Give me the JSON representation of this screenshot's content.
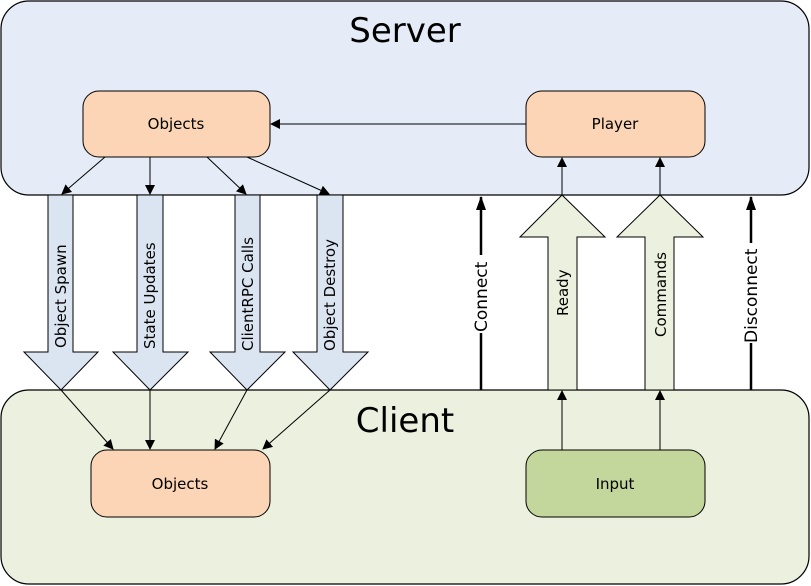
{
  "server": {
    "title": "Server",
    "objects": "Objects",
    "player": "Player"
  },
  "client": {
    "title": "Client",
    "objects": "Objects",
    "input": "Input"
  },
  "down_messages": [
    "Object Spawn",
    "State Updates",
    "ClientRPC Calls",
    "Object Destroy"
  ],
  "up_messages": {
    "connect": "Connect",
    "ready": "Ready",
    "commands": "Commands",
    "disconnect": "Disconnect"
  },
  "colors": {
    "server_bg": "#e6ecf7",
    "client_bg": "#ebf1de",
    "object_node": "#fbd5b5",
    "input_node": "#c3d69b",
    "down_arrow": "#dbe5f1",
    "up_arrow": "#ebf1de"
  }
}
